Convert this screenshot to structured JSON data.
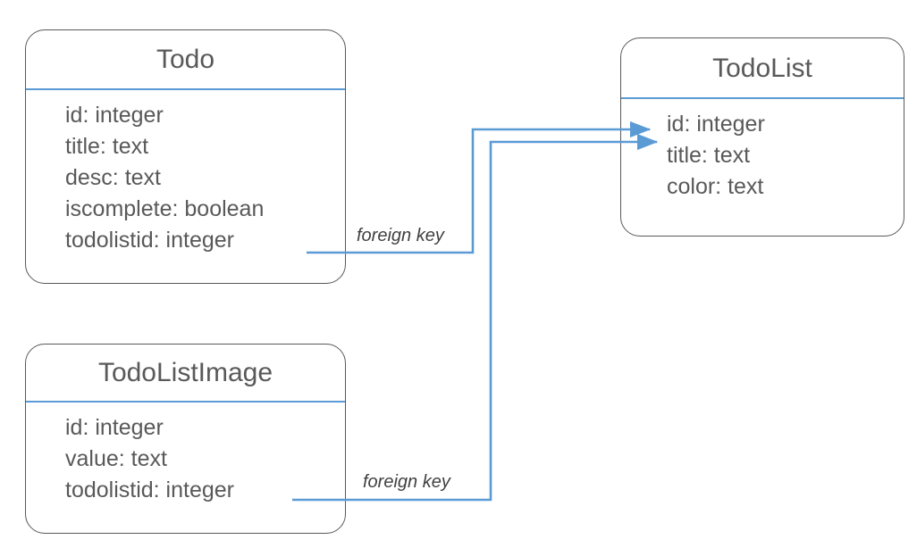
{
  "diagram": {
    "type": "entity-relationship-diagram",
    "background_color": "#ffffff",
    "entity_border_color": "#595959",
    "entity_text_color": "#595959",
    "accent_color": "#5B9BD5",
    "label_text_color": "#404040"
  },
  "entities": [
    {
      "name": "Todo",
      "title": "Todo",
      "fields": [
        "id: integer",
        "title: text",
        "desc: text",
        "iscomplete: boolean",
        "todolistid: integer"
      ]
    },
    {
      "name": "TodoList",
      "title": "TodoList",
      "fields": [
        "id: integer",
        "title: text",
        "color: text"
      ]
    },
    {
      "name": "TodoListImage",
      "title": "TodoListImage",
      "fields": [
        "id: integer",
        "value: text",
        "todolistid: integer"
      ]
    }
  ],
  "relationships": [
    {
      "from": "Todo.todolistid",
      "to": "TodoList.id",
      "label": "foreign key"
    },
    {
      "from": "TodoListImage.todolistid",
      "to": "TodoList.id",
      "label": "foreign key"
    }
  ]
}
